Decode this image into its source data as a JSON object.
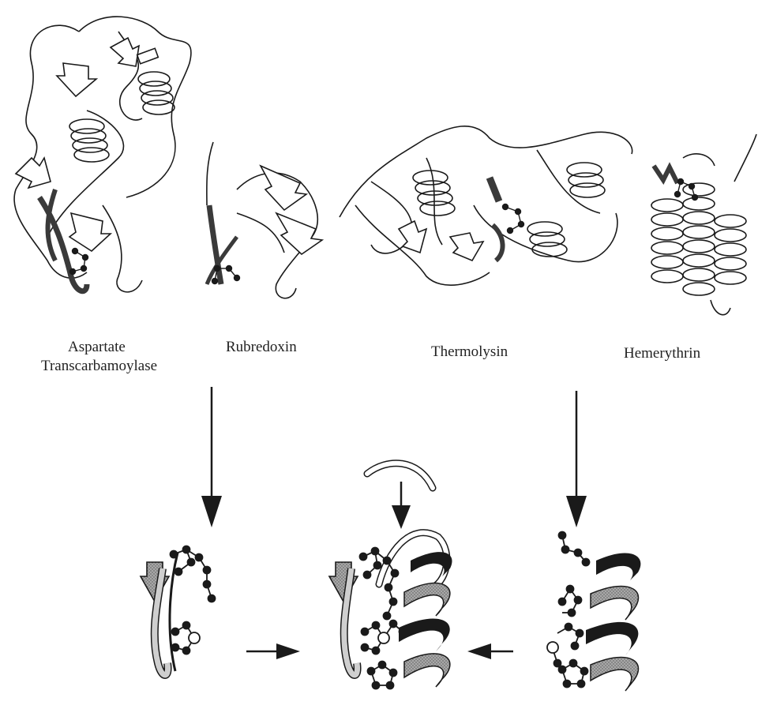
{
  "proteins": [
    {
      "name": "Aspartate Transcarbamoylase",
      "line1": "Aspartate",
      "line2": "Transcarbamoylase"
    },
    {
      "name": "Rubredoxin"
    },
    {
      "name": "Thermolysin"
    },
    {
      "name": "Hemerythrin"
    }
  ],
  "colors": {
    "ink": "#1a1a1a",
    "ribbon_fill": "#ffffff",
    "dark_strand": "#3a3a3a",
    "shaded_ribbon": "#9a9a9a",
    "background": "#ffffff"
  }
}
